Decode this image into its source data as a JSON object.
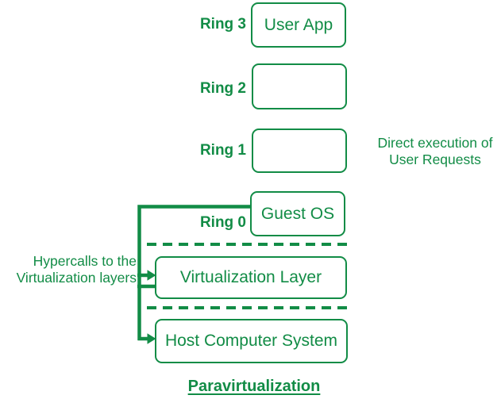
{
  "colors": {
    "green": "#128c46",
    "background": "#ffffff"
  },
  "diagram": {
    "rings": [
      {
        "label": "Ring 3",
        "box_text": "User App"
      },
      {
        "label": "Ring 2",
        "box_text": ""
      },
      {
        "label": "Ring 1",
        "box_text": ""
      },
      {
        "label": "Ring 0",
        "box_text": "Guest OS"
      }
    ],
    "layers": [
      {
        "box_text": "Virtualization Layer"
      },
      {
        "box_text": "Host Computer System"
      }
    ],
    "annotations": {
      "direct_execution_line1": "Direct execution of",
      "direct_execution_line2": "User Requests",
      "hypercalls_line1": "Hypercalls to the",
      "hypercalls_line2": "Virtualization layers"
    },
    "title": "Paravirtualization"
  }
}
